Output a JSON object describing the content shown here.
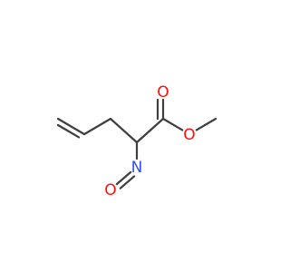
{
  "molecule": {
    "atoms": [
      {
        "id": "c1",
        "element": "C",
        "label": ""
      },
      {
        "id": "c2",
        "element": "C",
        "label": ""
      },
      {
        "id": "c3",
        "element": "C",
        "label": ""
      },
      {
        "id": "c4",
        "element": "C",
        "label": ""
      },
      {
        "id": "c5",
        "element": "C",
        "label": ""
      },
      {
        "id": "o1",
        "element": "O",
        "label": "O"
      },
      {
        "id": "o2",
        "element": "O",
        "label": "O"
      },
      {
        "id": "c6",
        "element": "C",
        "label": ""
      },
      {
        "id": "n1",
        "element": "N",
        "label": "N"
      },
      {
        "id": "o3",
        "element": "O",
        "label": "O"
      }
    ],
    "bonds": [
      {
        "id": "b1",
        "from": "c1",
        "to": "c2",
        "order": 2
      },
      {
        "id": "b2",
        "from": "c2",
        "to": "c3",
        "order": 1
      },
      {
        "id": "b3",
        "from": "c3",
        "to": "c4",
        "order": 1
      },
      {
        "id": "b4",
        "from": "c4",
        "to": "c5",
        "order": 1
      },
      {
        "id": "b5",
        "from": "c5",
        "to": "o1",
        "order": 2
      },
      {
        "id": "b6",
        "from": "c5",
        "to": "o2",
        "order": 1
      },
      {
        "id": "b7",
        "from": "o2",
        "to": "c6",
        "order": 1
      },
      {
        "id": "b8",
        "from": "c4",
        "to": "n1",
        "order": 1
      },
      {
        "id": "b9",
        "from": "n1",
        "to": "o3",
        "order": 2
      }
    ],
    "colors": {
      "bond": "#3f3f3f",
      "oxygen": "#ff0d0d",
      "nitrogen": "#3050f8",
      "carbon": "#3f3f3f"
    }
  }
}
